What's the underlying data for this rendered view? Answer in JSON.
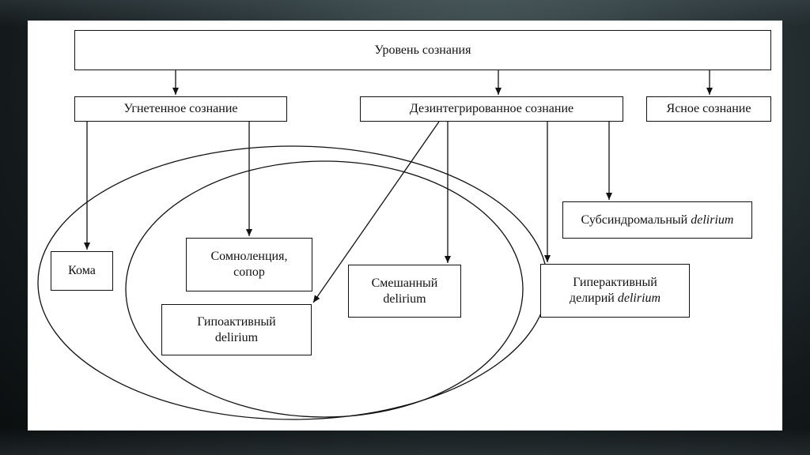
{
  "diagram": {
    "root": {
      "label": "Уровень сознания"
    },
    "depressed": {
      "label": "Угнетенное сознание"
    },
    "disintegrated": {
      "label": "Дезинтегрированное сознание"
    },
    "clear": {
      "label": "Ясное сознание"
    },
    "coma": {
      "label": "Кома"
    },
    "somnolence": {
      "line1": "Сомноленция,",
      "line2": "сопор"
    },
    "hypoactive": {
      "line1": "Гипоактивный",
      "line2": "delirium"
    },
    "mixed": {
      "line1": "Смешанный",
      "line2": "delirium"
    },
    "hyperactive": {
      "line1": "Гиперактивный",
      "line2_prefix": "делирий ",
      "line2_italic": "delirium"
    },
    "subsyndromal": {
      "prefix": "Субсиндромальный ",
      "italic": "delirium"
    }
  }
}
